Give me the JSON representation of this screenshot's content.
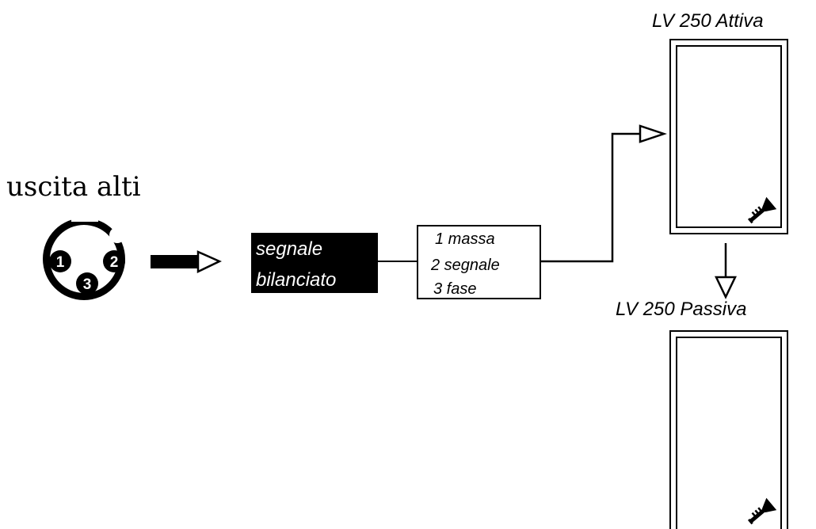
{
  "connector": {
    "label": "uscita alti",
    "pins": [
      {
        "number": "1"
      },
      {
        "number": "2"
      },
      {
        "number": "3"
      }
    ]
  },
  "signal_block": {
    "line1": "segnale",
    "line2": "bilanciato"
  },
  "pinout_box": {
    "lines": [
      "1 massa",
      "2 segnale",
      "3 fase"
    ]
  },
  "speakers": [
    {
      "title": "LV 250 Attiva",
      "icon": "trumpet-icon"
    },
    {
      "title": "LV 250 Passiva",
      "icon": "trumpet-icon"
    }
  ],
  "colors": {
    "ink": "#000000",
    "paper": "#ffffff"
  }
}
